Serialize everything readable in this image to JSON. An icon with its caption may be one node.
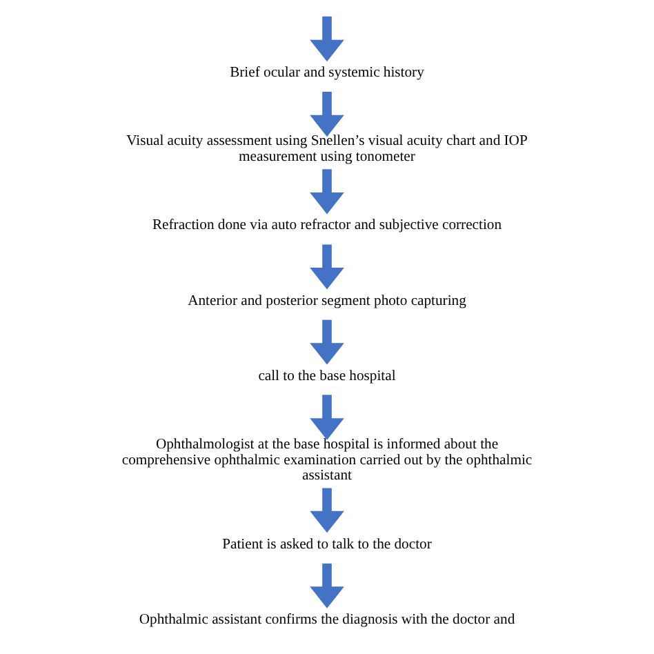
{
  "diagram": {
    "nodes": [
      {
        "text": [
          "Brief ocular and systemic history"
        ]
      },
      {
        "text": [
          "Visual acuity assessment using Snellen’s visual acuity chart and IOP measurement using tonometer"
        ]
      },
      {
        "text": [
          "Refraction done via auto refractor and subjective correction"
        ]
      },
      {
        "text": [
          "Anterior and posterior segment photo capturing"
        ]
      },
      {
        "text": [
          "call to the base hospital"
        ]
      },
      {
        "text": [
          "Ophthalmologist at the base hospital is informed about the comprehensive ophthalmic examination carried out by the ophthalmic assistant"
        ]
      },
      {
        "text": [
          "Patient is asked to talk to the doctor"
        ]
      },
      {
        "text": [
          "Ophthalmic assistant confirms the diagnosis with the doctor and"
        ]
      }
    ],
    "edges": [
      {
        "from": null,
        "to": 0,
        "arrow": "to"
      },
      {
        "from": 0,
        "to": 1,
        "arrow": "to"
      },
      {
        "from": 1,
        "to": 2,
        "arrow": "to"
      },
      {
        "from": 2,
        "to": 3,
        "arrow": "to"
      },
      {
        "from": 3,
        "to": 4,
        "arrow": "to"
      },
      {
        "from": 4,
        "to": 5,
        "arrow": "to"
      },
      {
        "from": 5,
        "to": 6,
        "arrow": "to"
      },
      {
        "from": 6,
        "to": 7,
        "arrow": "to"
      }
    ]
  }
}
